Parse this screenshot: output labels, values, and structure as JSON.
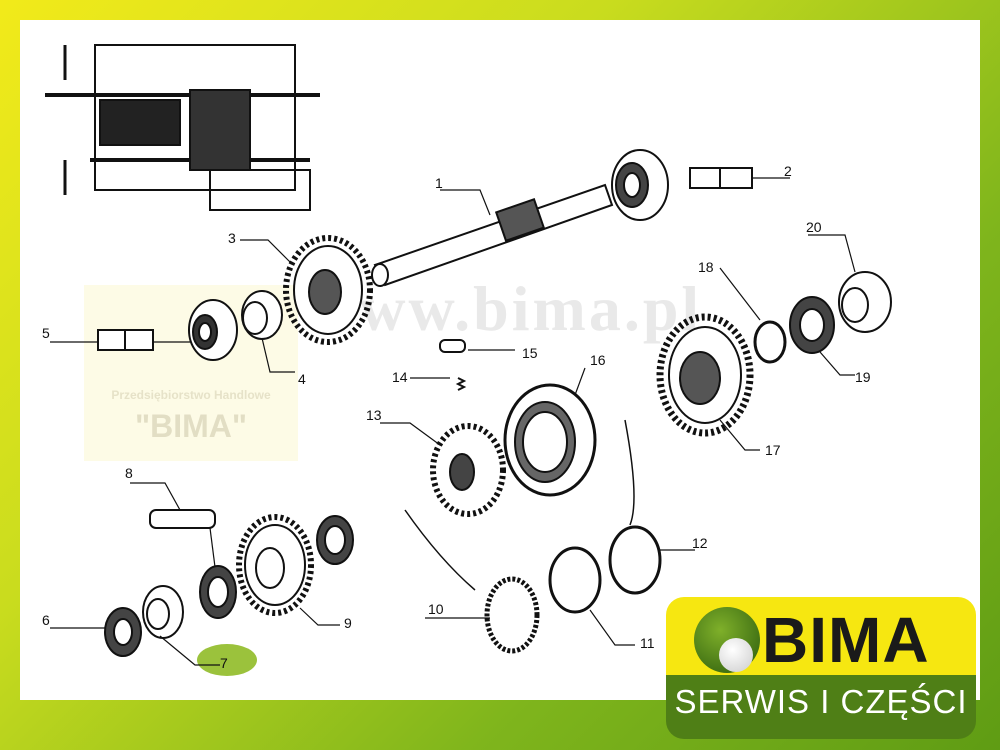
{
  "watermark": {
    "company": "Przedsiębiorstwo Handlowe",
    "name": "\"BIMA\"",
    "url": "www.bima.pl"
  },
  "logo": {
    "name": "BIMA",
    "tagline": "SERWIS I CZĘŚCI"
  },
  "parts": [
    {
      "id": "1",
      "label": "1"
    },
    {
      "id": "2",
      "label": "2"
    },
    {
      "id": "3",
      "label": "3"
    },
    {
      "id": "4",
      "label": "4"
    },
    {
      "id": "5",
      "label": "5"
    },
    {
      "id": "6",
      "label": "6"
    },
    {
      "id": "7",
      "label": "7"
    },
    {
      "id": "8",
      "label": "8"
    },
    {
      "id": "9",
      "label": "9"
    },
    {
      "id": "10",
      "label": "10"
    },
    {
      "id": "11",
      "label": "11"
    },
    {
      "id": "12",
      "label": "12"
    },
    {
      "id": "13",
      "label": "13"
    },
    {
      "id": "14",
      "label": "14"
    },
    {
      "id": "15",
      "label": "15"
    },
    {
      "id": "16",
      "label": "16"
    },
    {
      "id": "17",
      "label": "17"
    },
    {
      "id": "18",
      "label": "18"
    },
    {
      "id": "19",
      "label": "19"
    },
    {
      "id": "20",
      "label": "20"
    }
  ],
  "colors": {
    "highlight": "#9bc23c",
    "brand_green": "#4f7f16",
    "brand_yellow": "#f6e711"
  }
}
